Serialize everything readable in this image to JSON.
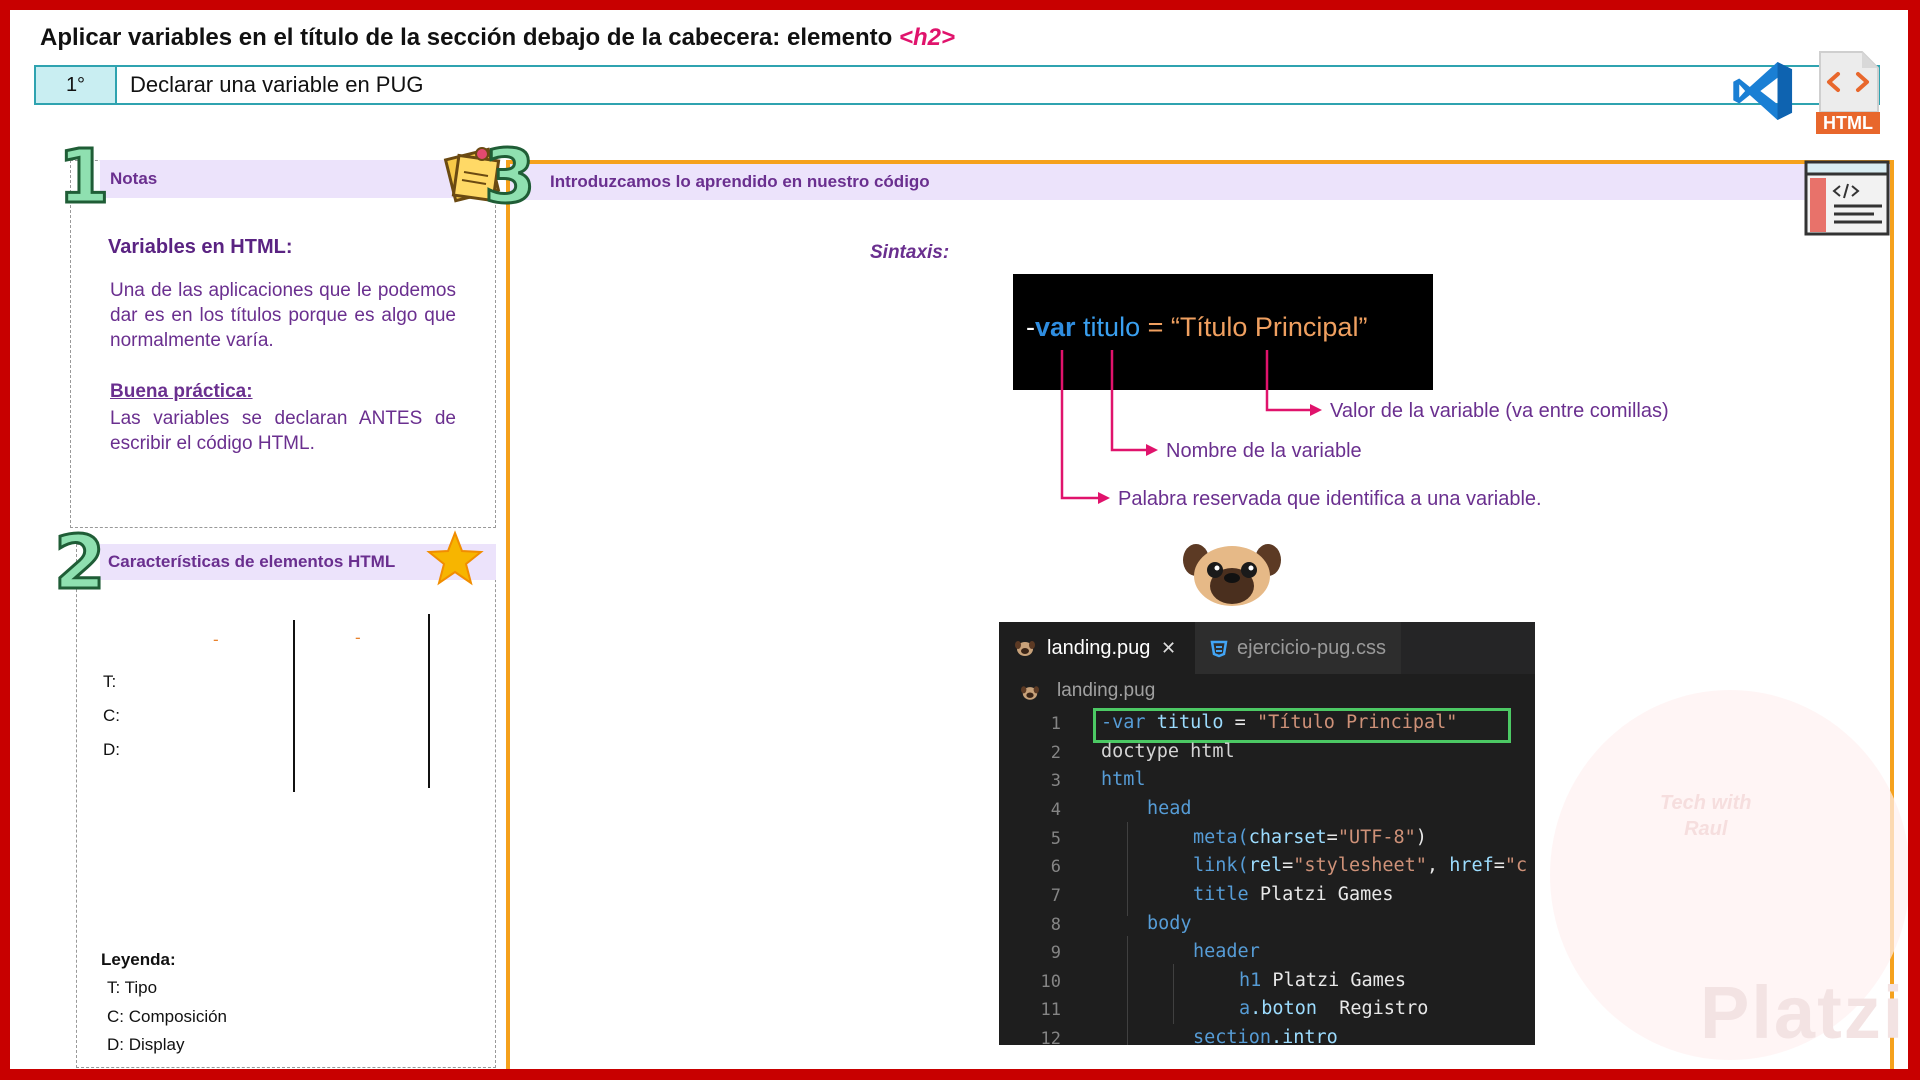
{
  "header": {
    "title_text": "Aplicar variables en el título de la sección debajo de la cabecera: elemento ",
    "title_tag": "<h2>",
    "step_number": "1°",
    "step_text": "Declarar una  variable en PUG",
    "html_badge": "HTML"
  },
  "colors": {
    "frame": "#c80000",
    "accent_pink": "#e0136c",
    "teal": "#2fa3b0",
    "purple": "#6a2f8f",
    "orange": "#f5a11c"
  },
  "notes": {
    "number": "1",
    "heading": "Notas",
    "title": "Variables en HTML:",
    "paragraph": "Una de las aplicaciones que le podemos dar es en los títulos porque es algo que normalmente varía.",
    "good_practice_title": "Buena práctica:",
    "good_practice_text": "Las variables se declaran ANTES de escribir el código HTML."
  },
  "characteristics": {
    "number": "2",
    "heading": "Características de elementos HTML",
    "dash1": "-",
    "dash2": "-",
    "rows": [
      "T:",
      "C:",
      "D:"
    ],
    "legend_title": "Leyenda:",
    "legend": [
      {
        "key": "T:",
        "value": "Tipo"
      },
      {
        "key": "C:",
        "value": "Composición"
      },
      {
        "key": "D:",
        "value": "Display"
      }
    ]
  },
  "code_section": {
    "number": "3",
    "heading": "Introduzcamos lo aprendido en nuestro código",
    "syntax_label": "Sintaxis:",
    "syntax": {
      "dash": "-",
      "keyword": "var",
      "name": " titulo",
      "eq": " = ",
      "value": "“Título Principal”"
    },
    "annotations": {
      "value": "Valor de la variable (va entre comillas)",
      "name": "Nombre de la variable",
      "keyword": "Palabra reservada que identifica a una variable."
    }
  },
  "editor": {
    "tab_active": "landing.pug",
    "tab_close": "✕",
    "tab_inactive": "ejercicio-pug.css",
    "breadcrumb": "landing.pug",
    "line_numbers": [
      "1",
      "2",
      "3",
      "4",
      "5",
      "6",
      "7",
      "8",
      "9",
      "10",
      "11",
      "12"
    ],
    "lines": {
      "l1": {
        "a": "-var",
        "b": " titulo",
        "c": " = ",
        "d": "\"Título Principal\""
      },
      "l2": "doctype html",
      "l3": "html",
      "l4": "head",
      "l5": {
        "a": "meta(",
        "b": "charset",
        "c": "=",
        "d": "\"UTF-8\"",
        "e": ")"
      },
      "l6": {
        "a": "link(",
        "b": "rel",
        "c": "=",
        "d": "\"stylesheet\"",
        "e": ", ",
        "f": "href",
        "g": "=",
        "h": "\"c"
      },
      "l7": {
        "a": "title",
        "b": " Platzi Games"
      },
      "l8": "body",
      "l9": "header",
      "l10": {
        "a": "h1",
        "b": " Platzi Games"
      },
      "l11": {
        "a": "a",
        "b": ".boton",
        "c": "  Registro"
      },
      "l12": {
        "a": "section",
        "b": ".intro"
      }
    }
  },
  "watermark": {
    "brand": "Platzi",
    "badge_line1": "Tech with",
    "badge_line2": "Raul"
  }
}
